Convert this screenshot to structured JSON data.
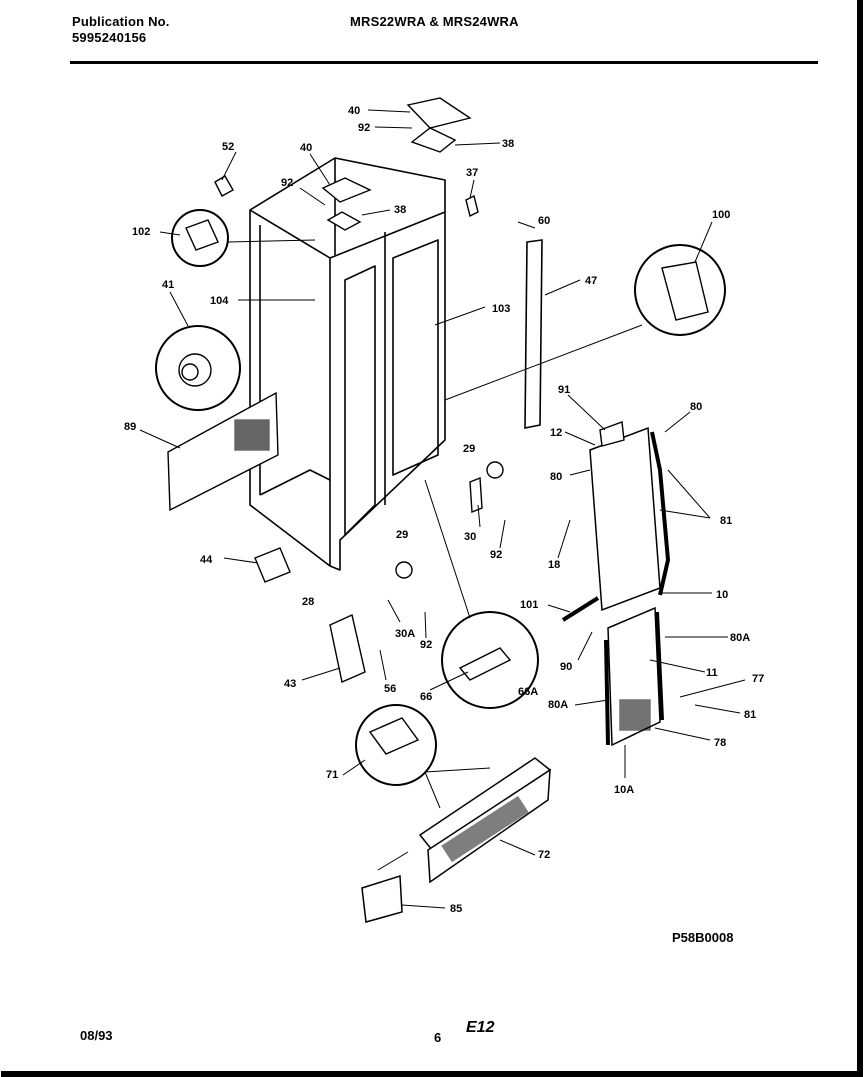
{
  "header": {
    "publication_label": "Publication No.",
    "publication_number": "5995240156",
    "models": "MRS22WRA & MRS24WRA"
  },
  "footer": {
    "date": "08/93",
    "page": "6",
    "section": "E12",
    "figure_code": "P58B0008"
  },
  "callouts": [
    "40",
    "92",
    "38",
    "52",
    "40",
    "92",
    "38",
    "37",
    "102",
    "60",
    "100",
    "47",
    "41",
    "104",
    "103",
    "89",
    "91",
    "80",
    "12",
    "29",
    "80",
    "81",
    "30",
    "92",
    "18",
    "44",
    "29",
    "28",
    "101",
    "10",
    "30A",
    "92",
    "80A",
    "11",
    "77",
    "90",
    "43",
    "56",
    "66",
    "66A",
    "80A",
    "81",
    "78",
    "71",
    "10A",
    "72",
    "85"
  ],
  "colors": {
    "ink": "#000000",
    "paper": "#ffffff"
  }
}
